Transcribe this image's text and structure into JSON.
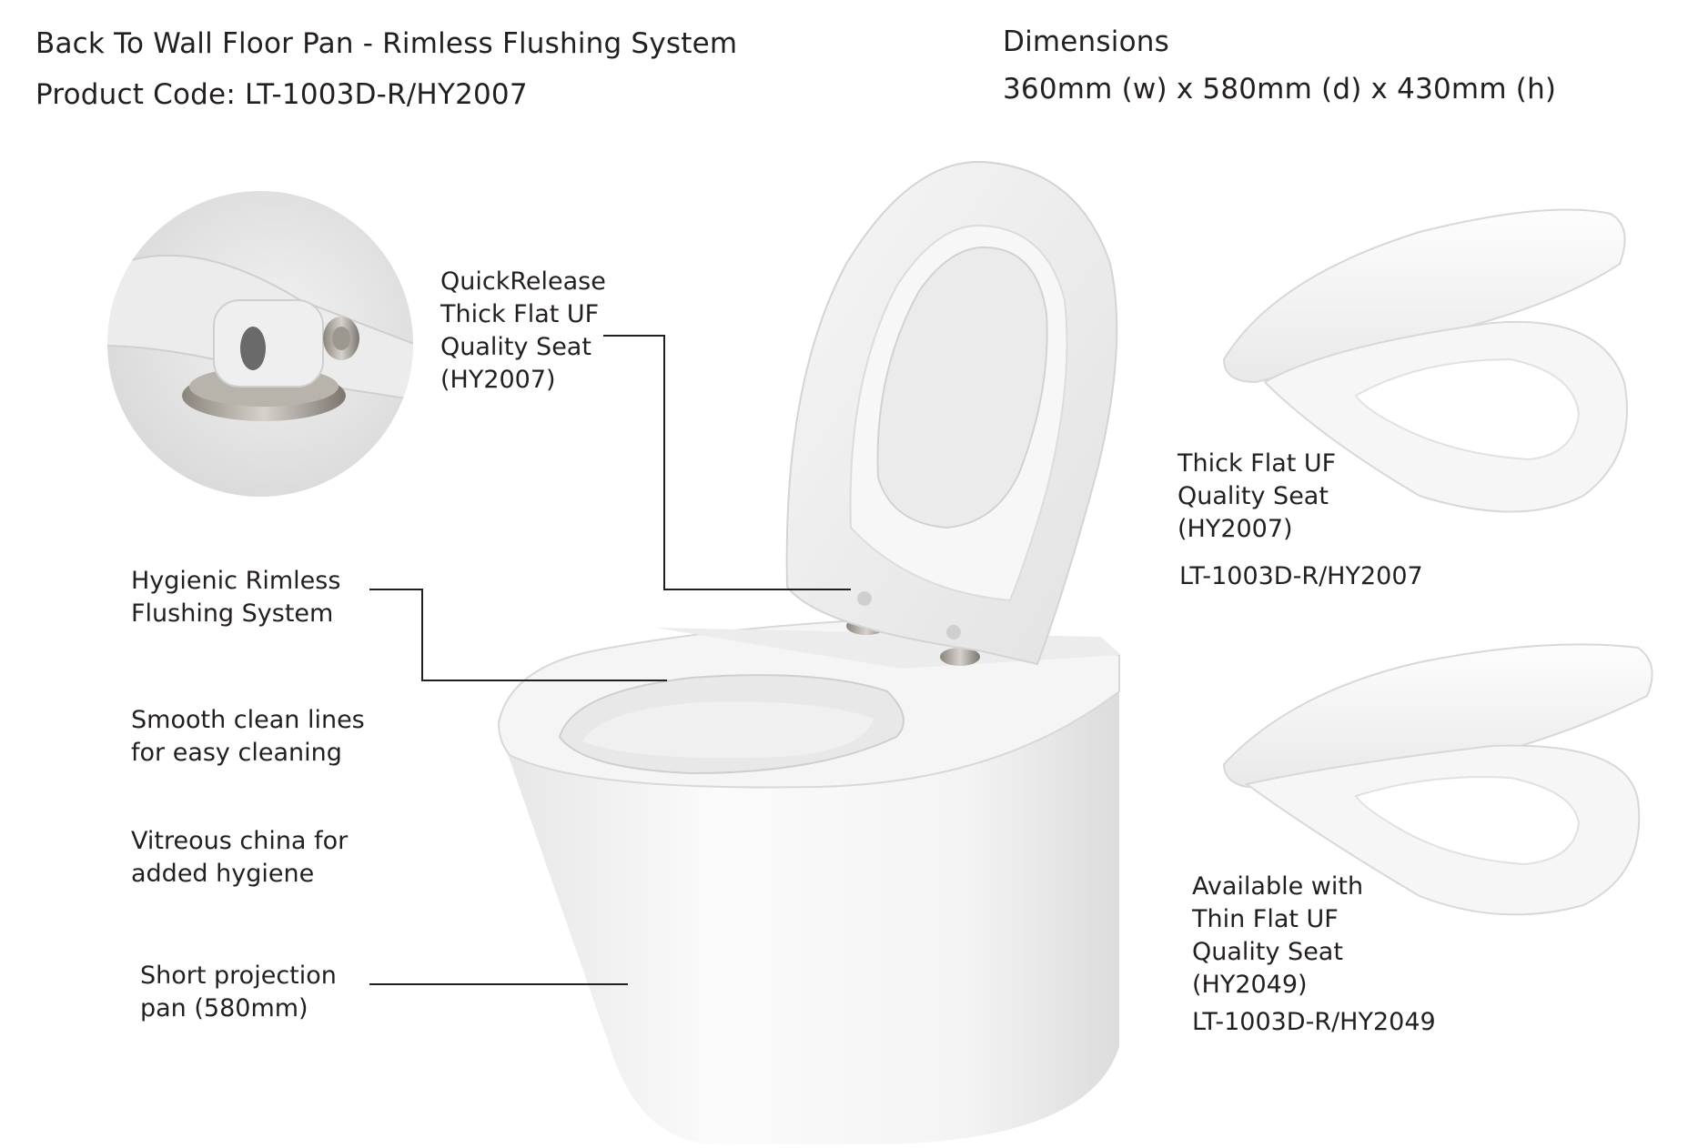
{
  "header": {
    "product_title": "Back To Wall Floor Pan - Rimless Flushing System",
    "product_code": "Product Code: LT-1003D-R/HY2007",
    "dimensions_heading": "Dimensions",
    "dimensions_value": "360mm (w) x 580mm (d) x 430mm (h)"
  },
  "features": {
    "seat_callout": "QuickRelease\nThick Flat UF\nQuality Seat\n(HY2007)",
    "rimless": "Hygienic Rimless\nFlushing System",
    "smooth": "Smooth clean lines\nfor easy cleaning",
    "vitreous": "Vitreous china for\nadded hygiene",
    "projection": "Short projection\npan (580mm)"
  },
  "seat_options": [
    {
      "description": "Thick Flat UF\nQuality Seat\n(HY2007)",
      "code": "LT-1003D-R/HY2007"
    },
    {
      "description": "Available with\nThin Flat UF\nQuality Seat\n(HY2049)",
      "code": "LT-1003D-R/HY2049"
    }
  ],
  "colors": {
    "text": "#231f20",
    "line": "#231f20",
    "ceramic": "#f7f7f7",
    "ceramic_shade": "#dedede"
  }
}
